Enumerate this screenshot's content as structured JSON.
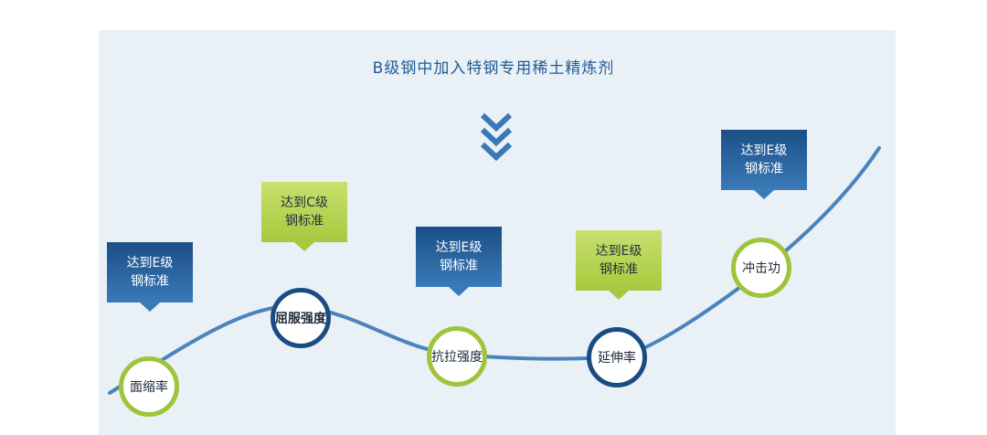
{
  "title": "B级钢中加入特钢专用稀土精炼剂",
  "colors": {
    "background": "#e9f0f6",
    "curve": "#4a84bd",
    "blue": "#1a4c84",
    "green": "#9ec43a",
    "title": "#1f5c96"
  },
  "icons": {
    "arrow": "double-chevron-down-icon"
  },
  "nodes": [
    {
      "label": "面缩率",
      "ring": "green"
    },
    {
      "label": "屈服强度",
      "ring": "blue"
    },
    {
      "label": "抗拉强度",
      "ring": "green"
    },
    {
      "label": "延伸率",
      "ring": "blue"
    },
    {
      "label": "冲击功",
      "ring": "green"
    }
  ],
  "callouts": [
    {
      "text": "达到E级\n钢标准",
      "style": "blue"
    },
    {
      "text": "达到C级\n钢标准",
      "style": "green"
    },
    {
      "text": "达到E级\n钢标准",
      "style": "blue"
    },
    {
      "text": "达到E级\n钢标准",
      "style": "green"
    },
    {
      "text": "达到E级\n钢标准",
      "style": "blue"
    }
  ]
}
